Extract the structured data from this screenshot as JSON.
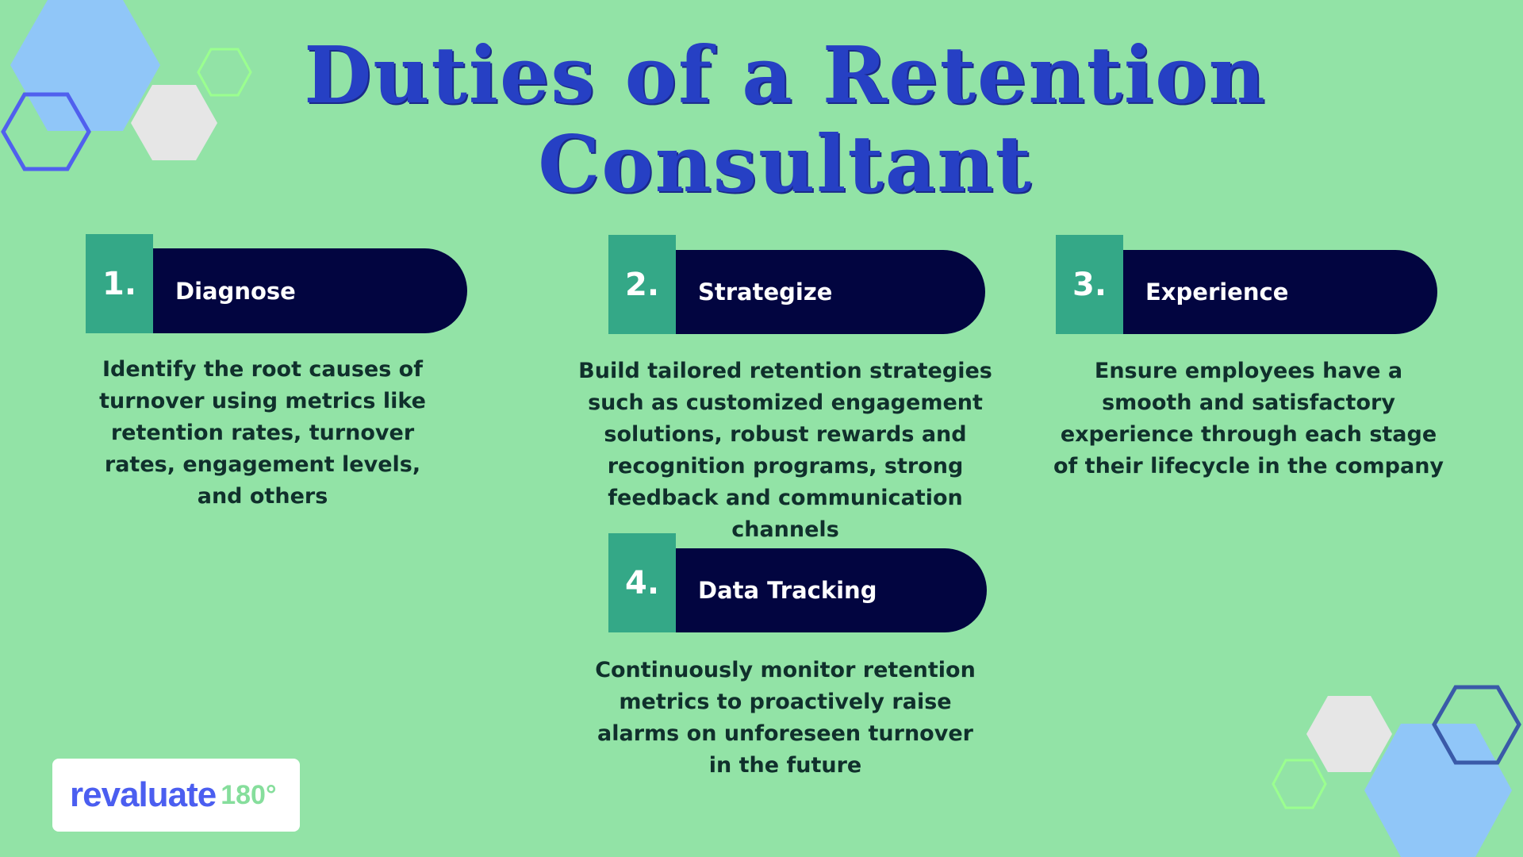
{
  "title": {
    "line1": "Duties of a Retention",
    "line2": "Consultant"
  },
  "cards": [
    {
      "number": "1.",
      "label": "Diagnose",
      "description": "Identify the root causes of turnover using metrics like retention rates, turnover rates, engagement levels, and others"
    },
    {
      "number": "2.",
      "label": "Strategize",
      "description": "Build tailored retention strategies such as customized engagement solutions, robust rewards and recognition programs, strong feedback and communication channels"
    },
    {
      "number": "3.",
      "label": "Experience",
      "description": "Ensure employees have a smooth and satisfactory experience through each stage of their lifecycle in the company"
    },
    {
      "number": "4.",
      "label": "Data Tracking",
      "description": "Continuously monitor retention metrics to proactively raise alarms on unforeseen turnover in the future"
    }
  ],
  "logo": {
    "name": "revaluate",
    "suffix": "180°"
  },
  "colors": {
    "background": "#92e3a6",
    "title": "#2640c4",
    "pill": "#020540",
    "number_box": "#34a887"
  }
}
